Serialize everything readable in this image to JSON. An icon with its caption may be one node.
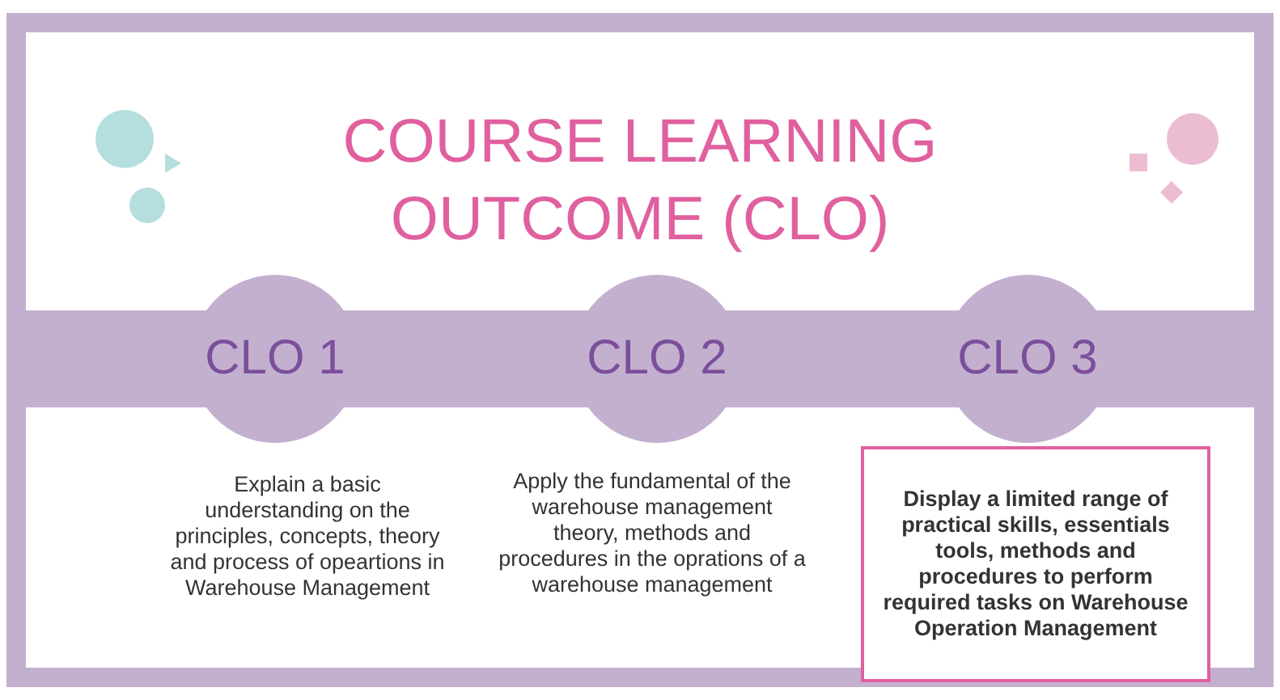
{
  "diagram": {
    "title": "COURSE LEARNING OUTCOME (CLO)",
    "nodes": [
      {
        "text": [
          "CLO 1"
        ],
        "beside": [
          "Explain a basic understanding on the principles, concepts, theory and process of opeartions in Warehouse Management"
        ]
      },
      {
        "text": [
          "CLO 2"
        ],
        "beside": [
          "Apply the fundamental of the warehouse management theory, methods and procedures in the oprations of a warehouse management"
        ]
      },
      {
        "text": [
          "CLO 3"
        ]
      },
      {
        "text": [
          "Display a limited range of practical skills, essentials tools, methods and procedures to perform required tasks on Warehouse Operation Management"
        ]
      }
    ]
  }
}
